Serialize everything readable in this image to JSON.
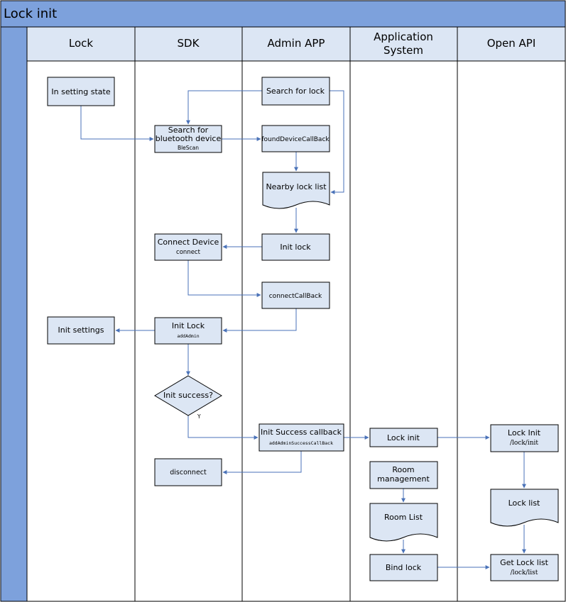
{
  "title": "Lock init",
  "colors": {
    "header_fill": "#7da1dc",
    "lane_header_fill": "#dce6f4",
    "node_fill": "#dce6f4",
    "stroke": "#4a72b8",
    "border": "#000000"
  },
  "lanes": [
    {
      "id": "lock",
      "lines": [
        "Lock"
      ]
    },
    {
      "id": "sdk",
      "lines": [
        "SDK"
      ]
    },
    {
      "id": "admin",
      "lines": [
        "Admin APP"
      ]
    },
    {
      "id": "appsys",
      "lines": [
        "Application",
        "System"
      ]
    },
    {
      "id": "openapi",
      "lines": [
        "Open API"
      ]
    }
  ],
  "nodes": {
    "in_setting_state": {
      "lines": [
        "In setting state"
      ],
      "shape": "rect"
    },
    "search_for_lock": {
      "lines": [
        "Search for lock"
      ],
      "shape": "rect"
    },
    "search_bluetooth": {
      "lines": [
        "Search for",
        "bluetooth device"
      ],
      "sub": "BleScan",
      "shape": "rect"
    },
    "found_device": {
      "lines": [
        "foundDeviceCallBack"
      ],
      "shape": "rect"
    },
    "nearby_lock_list": {
      "lines": [
        "Nearby lock list"
      ],
      "shape": "document"
    },
    "init_lock_admin": {
      "lines": [
        "Init lock"
      ],
      "shape": "rect"
    },
    "connect_device": {
      "lines": [
        "Connect Device"
      ],
      "sub": "connect",
      "shape": "rect"
    },
    "connect_callback": {
      "lines": [
        "connectCallBack"
      ],
      "shape": "rect"
    },
    "init_settings": {
      "lines": [
        "Init settings"
      ],
      "shape": "rect"
    },
    "init_lock_sdk": {
      "lines": [
        "Init Lock"
      ],
      "sub": "addAdmin",
      "shape": "rect"
    },
    "init_success": {
      "lines": [
        "Init success?"
      ],
      "shape": "diamond"
    },
    "init_success_callback": {
      "lines": [
        "Init Success callback"
      ],
      "sub": "addAdminSuccessCallBack",
      "shape": "rect"
    },
    "disconnect": {
      "lines": [
        "disconnect"
      ],
      "shape": "rect"
    },
    "lock_init_app": {
      "lines": [
        "Lock init"
      ],
      "shape": "rect"
    },
    "lock_init_api": {
      "lines": [
        "Lock Init"
      ],
      "sub": "/lock/init",
      "shape": "rect"
    },
    "room_management": {
      "lines": [
        "Room",
        "management"
      ],
      "shape": "rect"
    },
    "room_list": {
      "lines": [
        "Room List"
      ],
      "shape": "document"
    },
    "lock_list": {
      "lines": [
        "Lock list"
      ],
      "shape": "document"
    },
    "bind_lock": {
      "lines": [
        "Bind lock"
      ],
      "shape": "rect"
    },
    "get_lock_list": {
      "lines": [
        "Get Lock list"
      ],
      "sub": "/lock/list",
      "shape": "rect"
    }
  },
  "edge_labels": {
    "yes": "Y"
  }
}
